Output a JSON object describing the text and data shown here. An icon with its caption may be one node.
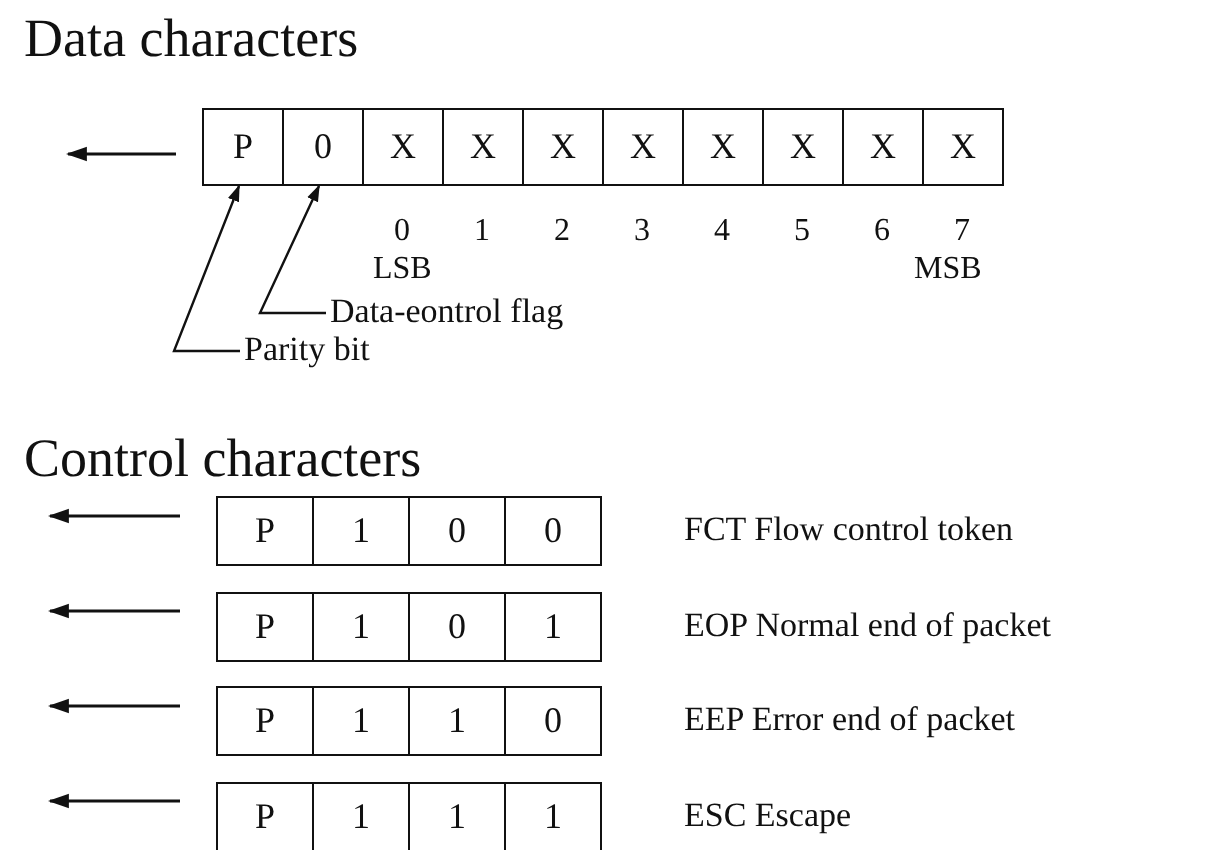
{
  "diagram": {
    "nodes": [
      {
        "text": [
          "P"
        ]
      },
      {
        "text": [
          "0"
        ]
      },
      {
        "text": [
          "X"
        ]
      },
      {
        "text": [
          "X"
        ]
      },
      {
        "text": [
          "X"
        ]
      },
      {
        "text": [
          "X"
        ]
      },
      {
        "text": [
          "X"
        ]
      },
      {
        "text": [
          "X"
        ]
      },
      {
        "text": [
          "X"
        ]
      },
      {
        "text": [
          "X"
        ]
      },
      {
        "text": [
          "Data-eontrol flag"
        ]
      },
      {
        "text": [
          "Parity bit"
        ]
      },
      {
        "text": [
          "P"
        ]
      },
      {
        "text": [
          "1"
        ]
      },
      {
        "text": [
          "0"
        ]
      },
      {
        "text": [
          "0"
        ]
      },
      {
        "text": [
          "P"
        ]
      },
      {
        "text": [
          "1"
        ]
      },
      {
        "text": [
          "0"
        ]
      },
      {
        "text": [
          "1"
        ]
      },
      {
        "text": [
          "P"
        ]
      },
      {
        "text": [
          "1"
        ]
      },
      {
        "text": [
          "1"
        ]
      },
      {
        "text": [
          "0"
        ]
      },
      {
        "text": [
          "P"
        ]
      },
      {
        "text": [
          "1"
        ]
      },
      {
        "text": [
          "1"
        ]
      },
      {
        "text": [
          "1"
        ]
      }
    ],
    "edges": [
      {
        "from": 10,
        "to": 1,
        "arrow": "to"
      },
      {
        "from": 11,
        "to": 0,
        "arrow": "to"
      }
    ],
    "labels": [
      "Data characters",
      "0",
      "1",
      "2",
      "3",
      "4",
      "5",
      "6",
      "7",
      "LSB",
      "MSB",
      "Control characters",
      "FCT Flow control token",
      "EOP Normal end of packet",
      "EEP Error end of packet",
      "ESC Escape"
    ]
  }
}
